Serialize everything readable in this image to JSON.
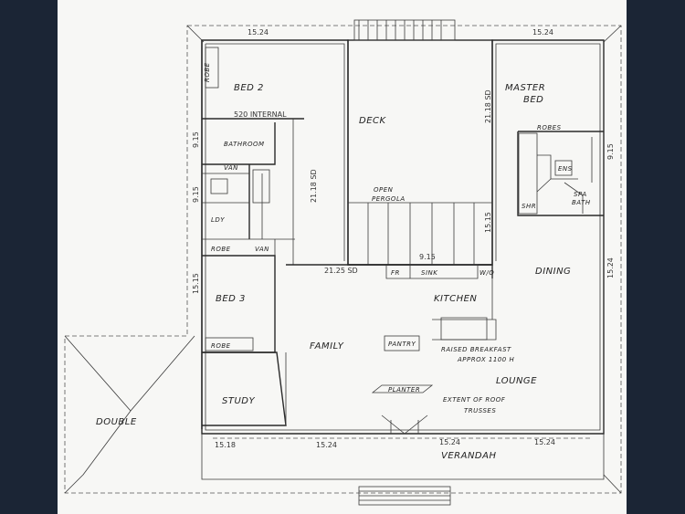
{
  "rooms": {
    "bed2": "BED 2",
    "robe_top": "ROBE",
    "master_bed_line1": "MASTER",
    "master_bed_line2": "BED",
    "deck": "DECK",
    "bathroom": "BATHROOM",
    "van_left": "VAN",
    "ldy": "LDY",
    "robe_mid": "ROBE",
    "van_mid": "VAN",
    "open_pergola_line1": "OPEN",
    "open_pergola_line2": "PERGOLA",
    "robes": "ROBES",
    "ens": "ENS",
    "spa_bath_line1": "SPA",
    "spa_bath_line2": "BATH",
    "shr": "SHR",
    "dining": "DINING",
    "bed3": "BED 3",
    "kitchen": "KITCHEN",
    "family": "FAMILY",
    "pantry": "PANTRY",
    "raised_breakfast_line1": "RAISED BREAKFAST",
    "raised_breakfast_line2": "APPROX 1100 H",
    "robe_low": "ROBE",
    "lounge": "LOUNGE",
    "study": "STUDY",
    "planter": "PLANTER",
    "extent_line1": "EXTENT OF ROOF",
    "extent_line2": "TRUSSES",
    "double": "DOUBLE",
    "verandah": "VERANDAH",
    "fr": "FR",
    "sink": "SINK",
    "wo": "W/O"
  },
  "dims": {
    "top_left": "15.24",
    "top_right": "15.24",
    "bed2_inner": "520 INTERNAL",
    "left_upper": "9.15",
    "left_mid": "9.15",
    "left_lower": "15.15",
    "deck_left": "21.18 SD",
    "deck_right": "21.18 SD",
    "pergola_right": "15.15",
    "right_upper": "9.15",
    "right_lower": "15.24",
    "kitchen_pass": "21.25 SD",
    "pergola_bottom": "9.15",
    "bottom_1": "15.18",
    "bottom_2": "15.24",
    "bottom_3": "15.24",
    "bottom_4": "15.24"
  }
}
